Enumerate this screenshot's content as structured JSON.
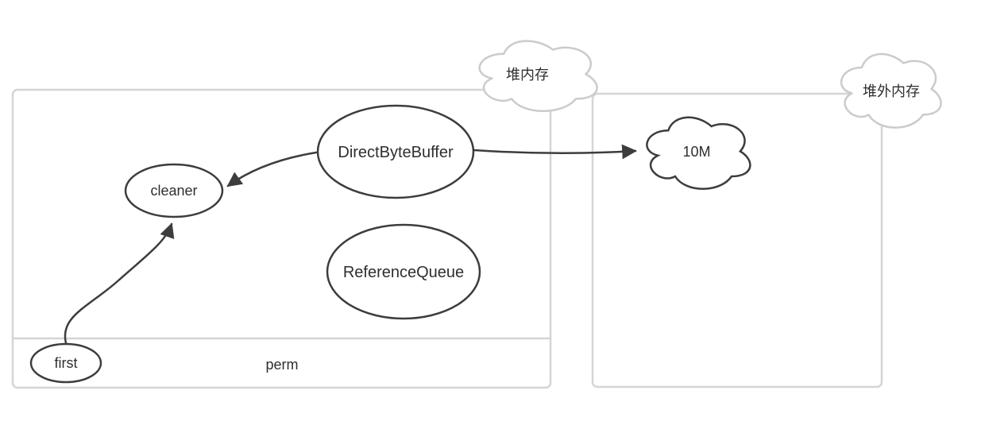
{
  "diagram": {
    "type": "memory-structure-diagram",
    "colors": {
      "background": "#ffffff",
      "node_stroke": "#3d3d3d",
      "container_stroke": "#d5d5d5",
      "cloud_label_stroke": "#cbcbcb",
      "text": "#2e2e2e"
    },
    "containers": {
      "heap": {
        "label": "堆内存",
        "strip_label": "perm"
      },
      "off_heap": {
        "label": "堆外内存"
      }
    },
    "nodes": {
      "direct_byte_buffer": "DirectByteBuffer",
      "cleaner": "cleaner",
      "reference_queue": "ReferenceQueue",
      "first": "first",
      "memory_block": "10M"
    },
    "edges": [
      {
        "from": "DirectByteBuffer",
        "to": "cleaner"
      },
      {
        "from": "DirectByteBuffer",
        "to": "10M"
      },
      {
        "from": "first",
        "to": "cleaner"
      }
    ]
  }
}
